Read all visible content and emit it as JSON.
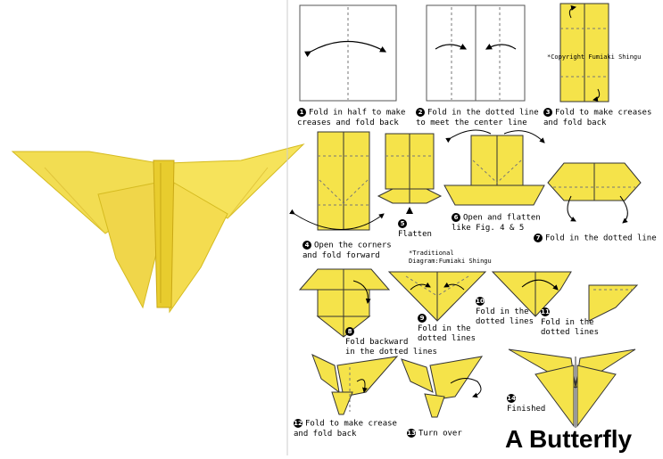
{
  "title": "A Butterfly",
  "copyright": "*Copyright Fumiaki Shingu",
  "credit_line1": "*Traditional",
  "credit_line2": "Diagram:Fumiaki Shingu",
  "colors": {
    "paper": "#f5e34a",
    "paper_dark": "#e3c81a",
    "line": "#333333"
  },
  "steps": [
    {
      "num": "1",
      "text": "Fold in half to make\ncreases and fold back"
    },
    {
      "num": "2",
      "text": "Fold in the dotted line\nto meet the center line"
    },
    {
      "num": "3",
      "text": "Fold to make creases\nand fold back"
    },
    {
      "num": "4",
      "text": "Open the corners\nand fold forward"
    },
    {
      "num": "5",
      "text": "Flatten"
    },
    {
      "num": "6",
      "text": "Open and flatten\nlike Fig. 4 & 5"
    },
    {
      "num": "7",
      "text": "Fold in the dotted line"
    },
    {
      "num": "8",
      "text": "Fold backward\nin the dotted lines"
    },
    {
      "num": "9",
      "text": "Fold in the\ndotted lines"
    },
    {
      "num": "10",
      "text": "Fold in the\ndotted lines"
    },
    {
      "num": "11",
      "text": "Fold in the\ndotted lines"
    },
    {
      "num": "12",
      "text": "Fold to make crease\nand fold back"
    },
    {
      "num": "13",
      "text": "Turn over"
    },
    {
      "num": "14",
      "text": "Finished"
    }
  ]
}
